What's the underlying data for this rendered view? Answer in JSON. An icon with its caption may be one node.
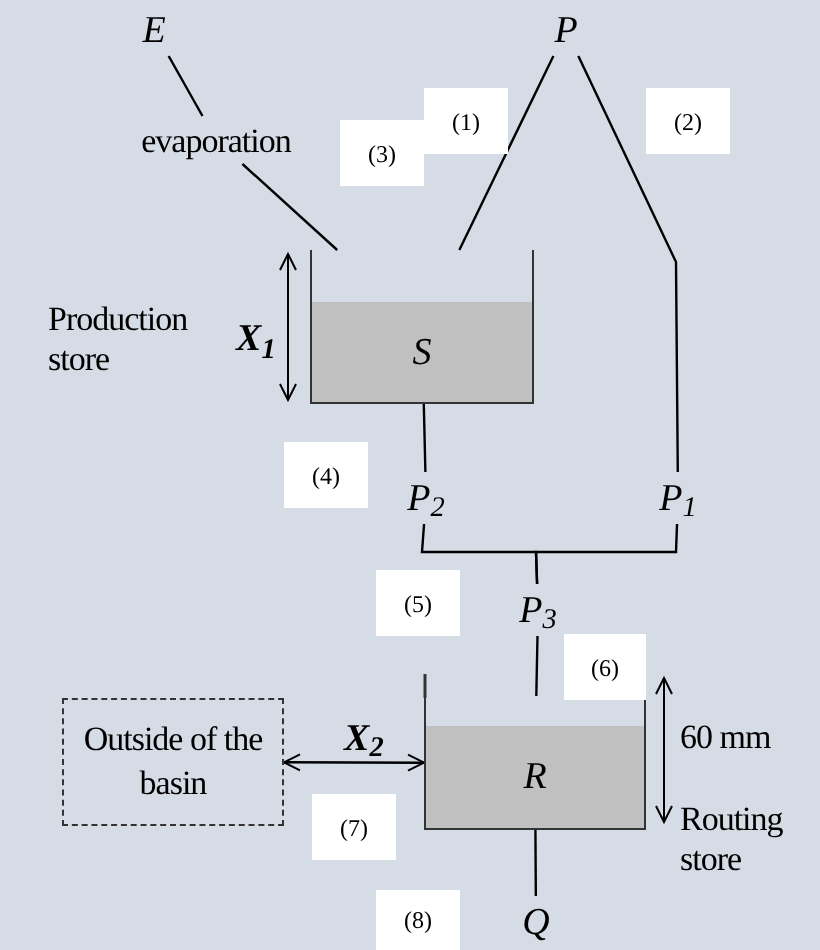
{
  "diagram": {
    "nodes": [
      {
        "text": [
          "E"
        ]
      },
      {
        "text": [
          "evaporation"
        ]
      },
      {
        "text": [
          "S"
        ],
        "beside": [
          "Production store"
        ]
      },
      {
        "text": [
          "P"
        ]
      },
      {
        "text": [
          "P$_{2}$"
        ]
      },
      {
        "text": [
          "P$_{1}$"
        ]
      },
      {
        "text": [
          "P$_{3}$"
        ]
      },
      {
        "text": [
          "R"
        ],
        "beside": [
          "Routing store"
        ]
      },
      {
        "text": [
          "Outside of the basin"
        ]
      },
      {
        "text": [
          "Q"
        ]
      }
    ],
    "edges": [
      {
        "from": 0,
        "to": 1,
        "arrow": "none"
      },
      {
        "from": 1,
        "to": 2,
        "arrow": "none"
      },
      {
        "from": 3,
        "to": 2,
        "arrow": "none"
      },
      {
        "from": 3,
        "to": 5,
        "arrow": "none"
      },
      {
        "from": 2,
        "to": 4,
        "arrow": "none"
      },
      {
        "from": 4,
        "to": 6,
        "arrow": "none"
      },
      {
        "from": 5,
        "to": 6,
        "arrow": "none"
      },
      {
        "from": 6,
        "to": 7,
        "arrow": "none"
      },
      {
        "from": 8,
        "to": 7,
        "arrow": "both",
        "label": "X$_{2}$"
      },
      {
        "from": 7,
        "to": 9,
        "arrow": "none"
      }
    ],
    "labels": [
      "(1)",
      "(3)",
      "(2)",
      "X$_{1}$",
      "(4)",
      "(5)",
      "(6)",
      "60 mm",
      "(7)",
      "(8)"
    ]
  }
}
